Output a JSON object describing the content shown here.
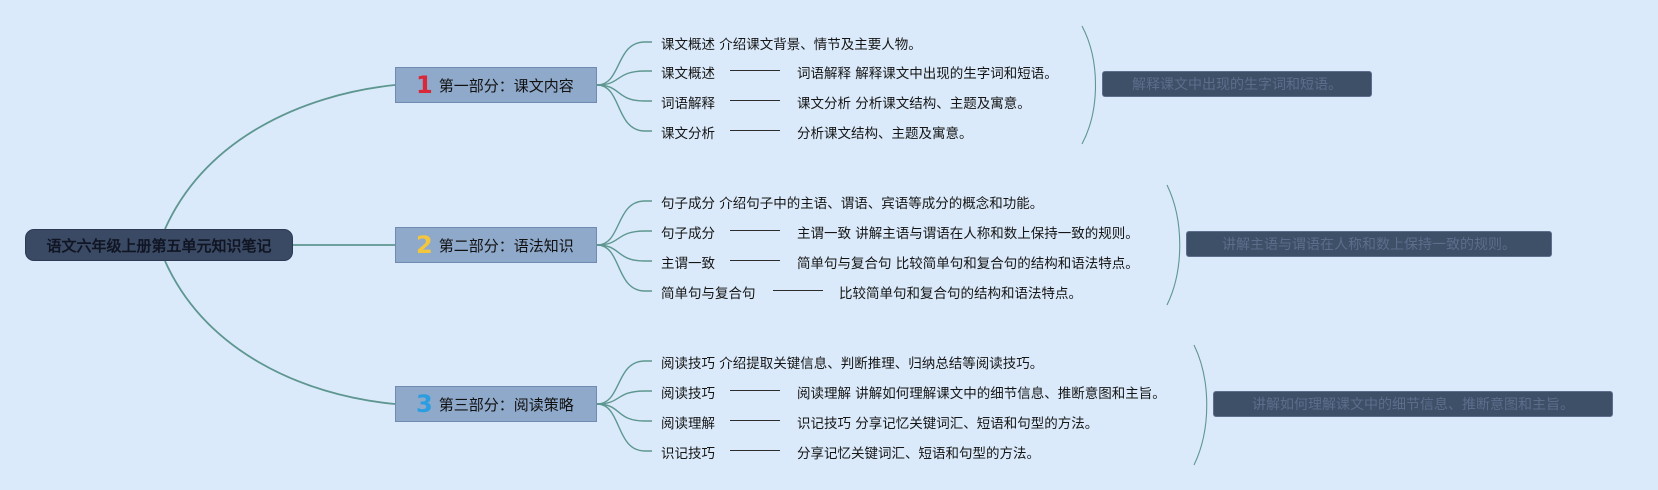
{
  "root": {
    "label": "语文六年级上册第五单元知识笔记"
  },
  "colors": {
    "background": "#dbeafa",
    "link": "#5e9690",
    "num1": "#d8283a",
    "num2": "#f3c63d",
    "num3": "#2b9de0"
  },
  "sections": [
    {
      "num": "1",
      "title": "第一部分：课文内容",
      "items": [
        {
          "left": "课文概述 介绍课文背景、情节及主要人物。",
          "right": ""
        },
        {
          "left": "课文概述",
          "right": "词语解释 解释课文中出现的生字词和短语。"
        },
        {
          "left": "词语解释",
          "right": "课文分析 分析课文结构、主题及寓意。"
        },
        {
          "left": "课文分析",
          "right": "分析课文结构、主题及寓意。"
        }
      ],
      "summary": "解释课文中出现的生字词和短语。"
    },
    {
      "num": "2",
      "title": "第二部分：语法知识",
      "items": [
        {
          "left": "句子成分 介绍句子中的主语、谓语、宾语等成分的概念和功能。",
          "right": ""
        },
        {
          "left": "句子成分",
          "right": "主谓一致 讲解主语与谓语在人称和数上保持一致的规则。"
        },
        {
          "left": "主谓一致",
          "right": "简单句与复合句 比较简单句和复合句的结构和语法特点。"
        },
        {
          "left": "简单句与复合句",
          "right": "比较简单句和复合句的结构和语法特点。"
        }
      ],
      "summary": "讲解主语与谓语在人称和数上保持一致的规则。"
    },
    {
      "num": "3",
      "title": "第三部分：阅读策略",
      "items": [
        {
          "left": "阅读技巧 介绍提取关键信息、判断推理、归纳总结等阅读技巧。",
          "right": ""
        },
        {
          "left": "阅读技巧",
          "right": "阅读理解 讲解如何理解课文中的细节信息、推断意图和主旨。"
        },
        {
          "left": "阅读理解",
          "right": "识记技巧 分享记忆关键词汇、短语和句型的方法。"
        },
        {
          "left": "识记技巧",
          "right": "分享记忆关键词汇、短语和句型的方法。"
        }
      ],
      "summary": "讲解如何理解课文中的细节信息、推断意图和主旨。"
    }
  ]
}
